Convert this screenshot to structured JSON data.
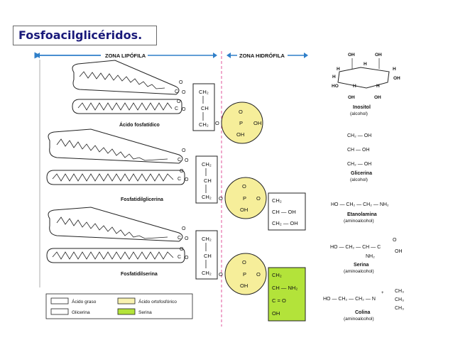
{
  "title": "Fosfoacilglicéridos.",
  "zones": {
    "lipophilic": "ZONA LIPÓFILA",
    "hydrophilic": "ZONA HIDRÓFILA"
  },
  "molecules": [
    {
      "name": "Ácido fosfatídico",
      "head": "OH"
    },
    {
      "name": "Fosfatidilglicerina",
      "head": [
        "CH₂",
        "CH — OH",
        "CH₂ — OH"
      ]
    },
    {
      "name": "Fosfatidilserina",
      "head": [
        "CH₂",
        "CH — NH₂",
        "C = O",
        "OH"
      ]
    }
  ],
  "glycerol_backbone": [
    "CH₂",
    "CH",
    "CH₂"
  ],
  "ester": {
    "o": "O",
    "c": "C"
  },
  "phosphate": {
    "top_o": "O",
    "p": "P",
    "oh": "OH",
    "o": "O"
  },
  "side_compounds": {
    "inositol": {
      "name": "Inositol",
      "class": "(alcohol)",
      "oh": "OH",
      "h": "H",
      "ho": "HO"
    },
    "glicerina": {
      "name": "Glicerina",
      "class": "(alcohol)",
      "rows": [
        "CH₂ — OH",
        "CH — OH",
        "CH₂ — OH"
      ]
    },
    "etanolamina": {
      "name": "Etanolamina",
      "class": "(aminoalcohol)",
      "formula": "HO — CH₂ — CH₂ — NH₂"
    },
    "serina": {
      "name": "Serina",
      "class": "(aminoalcohol)",
      "formula": "HO — CH₂ — CH — C",
      "nh2": "NH₂",
      "o": "O",
      "oh": "OH"
    },
    "colina": {
      "name": "Colina",
      "class": "(aminoalcohol)",
      "formula": "HO — CH₂ — CH₂ — N",
      "charge": "+",
      "ch3": "CH₃"
    }
  },
  "legend": [
    {
      "label": "Ácido graso",
      "color": "#ffffff"
    },
    {
      "label": "Ácido ortofosfórico",
      "color": "#f8f2b0"
    },
    {
      "label": "Glicerina",
      "color": "#ffffff"
    },
    {
      "label": "Serina",
      "color": "#b3e33a"
    }
  ],
  "colors": {
    "phosphate": "#f6ee9a",
    "serine": "#b3e33a",
    "zone": "#2f7fc9",
    "divider": "#e0549b"
  }
}
